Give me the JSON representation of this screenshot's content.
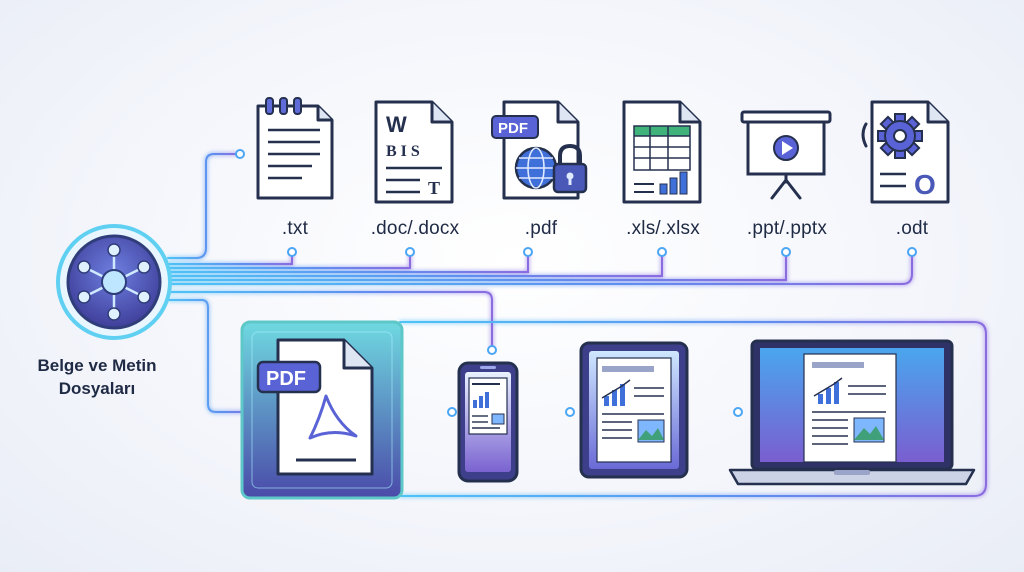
{
  "hub": {
    "label_line1": "Belge ve Metin",
    "label_line2": "Dosyaları",
    "icon": "network-hub-icon"
  },
  "formats": [
    {
      "ext": ".txt",
      "icon": "notepad-icon"
    },
    {
      "ext": ".doc/.docx",
      "icon": "word-document-icon"
    },
    {
      "ext": ".pdf",
      "icon": "pdf-lock-icon"
    },
    {
      "ext": ".xls/.xlsx",
      "icon": "spreadsheet-chart-icon"
    },
    {
      "ext": ".ppt/.pptx",
      "icon": "presentation-board-icon"
    },
    {
      "ext": ".odt",
      "icon": "gear-document-icon"
    }
  ],
  "badges": {
    "word_letter": "W",
    "word_format": "B I S",
    "word_t": "T",
    "pdf_small": "PDF",
    "pdf_large": "PDF",
    "odt_letter": "O"
  },
  "devices": [
    "phone-icon",
    "tablet-icon",
    "laptop-icon"
  ],
  "colors": {
    "ink": "#1f2a44",
    "accent_blue": "#3d8ef0",
    "accent_purple": "#7c63d6",
    "glow": "#6fd3ff",
    "teal": "#5bc8d8"
  }
}
